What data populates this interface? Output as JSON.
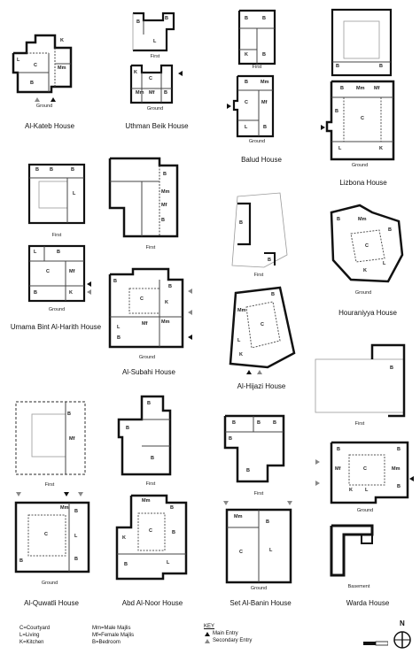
{
  "houses": {
    "al_kateb": {
      "title": "Al-Kateb House",
      "floor": "Ground"
    },
    "uthman_beik": {
      "title": "Uthman Beik House",
      "floor_upper": "First",
      "floor_lower": "Ground"
    },
    "balud": {
      "title": "Balud House",
      "floor_upper": "First",
      "floor_lower": "Ground"
    },
    "lizbona": {
      "title": "Lizbona House",
      "floor": "Ground"
    },
    "umama": {
      "title": "Umama Bint Al-Harith House",
      "floor_upper": "First",
      "floor_lower": "Ground"
    },
    "al_subahi": {
      "title": "Al-Subahi House",
      "floor_upper": "First",
      "floor_lower": "Ground"
    },
    "al_hijazi": {
      "title": "Al-Hijazi House",
      "floor_upper": "First",
      "floor_lower": "Ground"
    },
    "houraniyya": {
      "title": "Houraniyya House",
      "floor": "Ground"
    },
    "al_quwatli": {
      "title": "Al-Quwatli House",
      "floor_upper": "First",
      "floor_lower": "Ground"
    },
    "abd_al_noor": {
      "title": "Abd Al-Noor House",
      "floor_upper": "First",
      "floor_lower": "Ground"
    },
    "set_al_banin": {
      "title": "Set Al-Banin House",
      "floor_upper": "First",
      "floor_lower": "Ground"
    },
    "warda": {
      "title": "Warda House",
      "floor_upper": "First",
      "floor_middle": "Ground",
      "floor_lower": "Basement"
    }
  },
  "room_letters": {
    "c": "C",
    "l": "L",
    "k": "K",
    "b": "B",
    "mm": "Mm",
    "mf": "Mf"
  },
  "legend": {
    "abbr": [
      "C=Courtyard",
      "L=Living",
      "K=Kitchen"
    ],
    "abbr2": [
      "Mm=Male Majlis",
      "Mf=Female Majlis",
      "B=Bedroom"
    ],
    "key_title": "KEY",
    "main_entry": "Main Entry",
    "secondary_entry": "Secondary Entry"
  },
  "north": "N",
  "colors": {
    "wall": "#111111",
    "thin": "#555555",
    "secondary_arrow": "#888888",
    "main_arrow": "#111111"
  }
}
